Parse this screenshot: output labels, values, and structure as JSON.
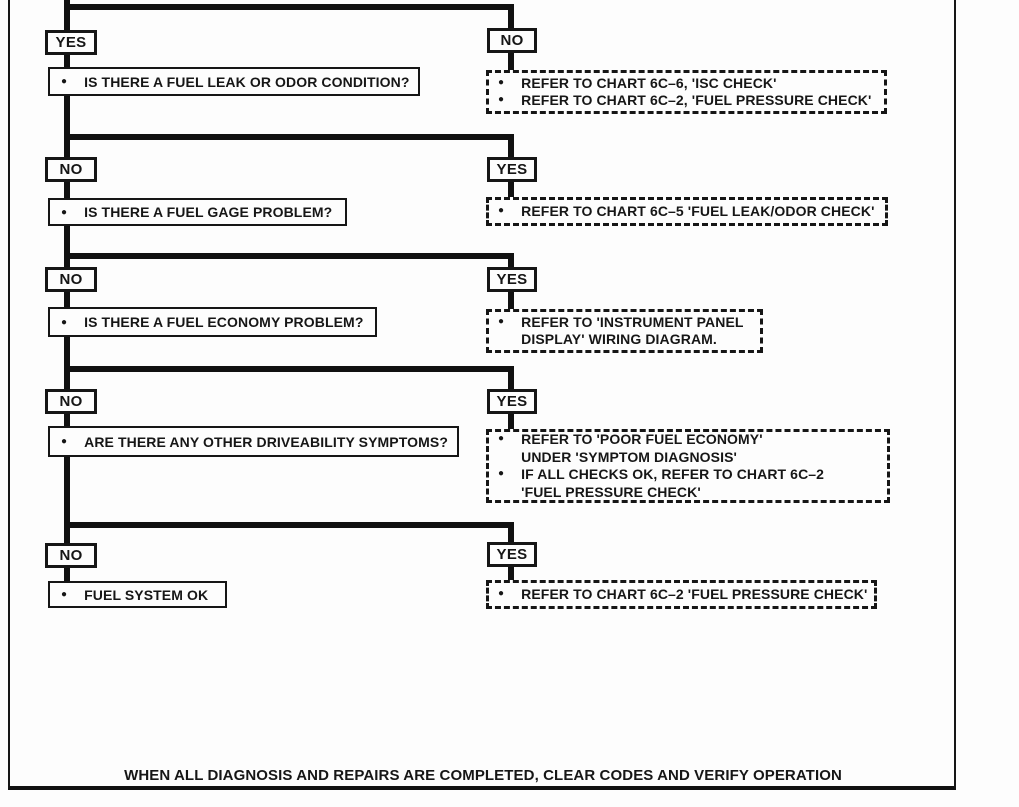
{
  "diagram": {
    "title_hint": "fuel-system-diagnosis-flowchart",
    "footer": "WHEN ALL DIAGNOSIS AND REPAIRS ARE COMPLETED, CLEAR CODES AND VERIFY OPERATION",
    "colors": {
      "ink": "#161616",
      "paper": "#fdfdfd"
    },
    "rows": [
      {
        "left_label": "YES",
        "question": "IS THERE A FUEL LEAK OR ODOR CONDITION?",
        "right_label": "NO",
        "actions": [
          "REFER TO CHART 6C–6, 'ISC CHECK'",
          "REFER TO CHART 6C–2, 'FUEL PRESSURE CHECK'"
        ]
      },
      {
        "left_label": "NO",
        "question": "IS THERE A FUEL GAGE PROBLEM?",
        "right_label": "YES",
        "actions": [
          "REFER TO CHART 6C–5 'FUEL LEAK/ODOR CHECK'"
        ]
      },
      {
        "left_label": "NO",
        "question": "IS THERE A FUEL ECONOMY PROBLEM?",
        "right_label": "YES",
        "actions": [
          "REFER TO 'INSTRUMENT PANEL\nDISPLAY' WIRING DIAGRAM."
        ]
      },
      {
        "left_label": "NO",
        "question": "ARE THERE ANY OTHER DRIVEABILITY SYMPTOMS?",
        "right_label": "YES",
        "actions": [
          "REFER TO 'POOR FUEL ECONOMY'\nUNDER 'SYMPTOM DIAGNOSIS'",
          "IF ALL CHECKS OK, REFER TO CHART  6C–2\n'FUEL PRESSURE CHECK'"
        ]
      },
      {
        "left_label": "NO",
        "question": "FUEL SYSTEM  OK",
        "right_label": "YES",
        "actions": [
          "REFER TO CHART 6C–2 'FUEL PRESSURE CHECK'"
        ]
      }
    ]
  }
}
